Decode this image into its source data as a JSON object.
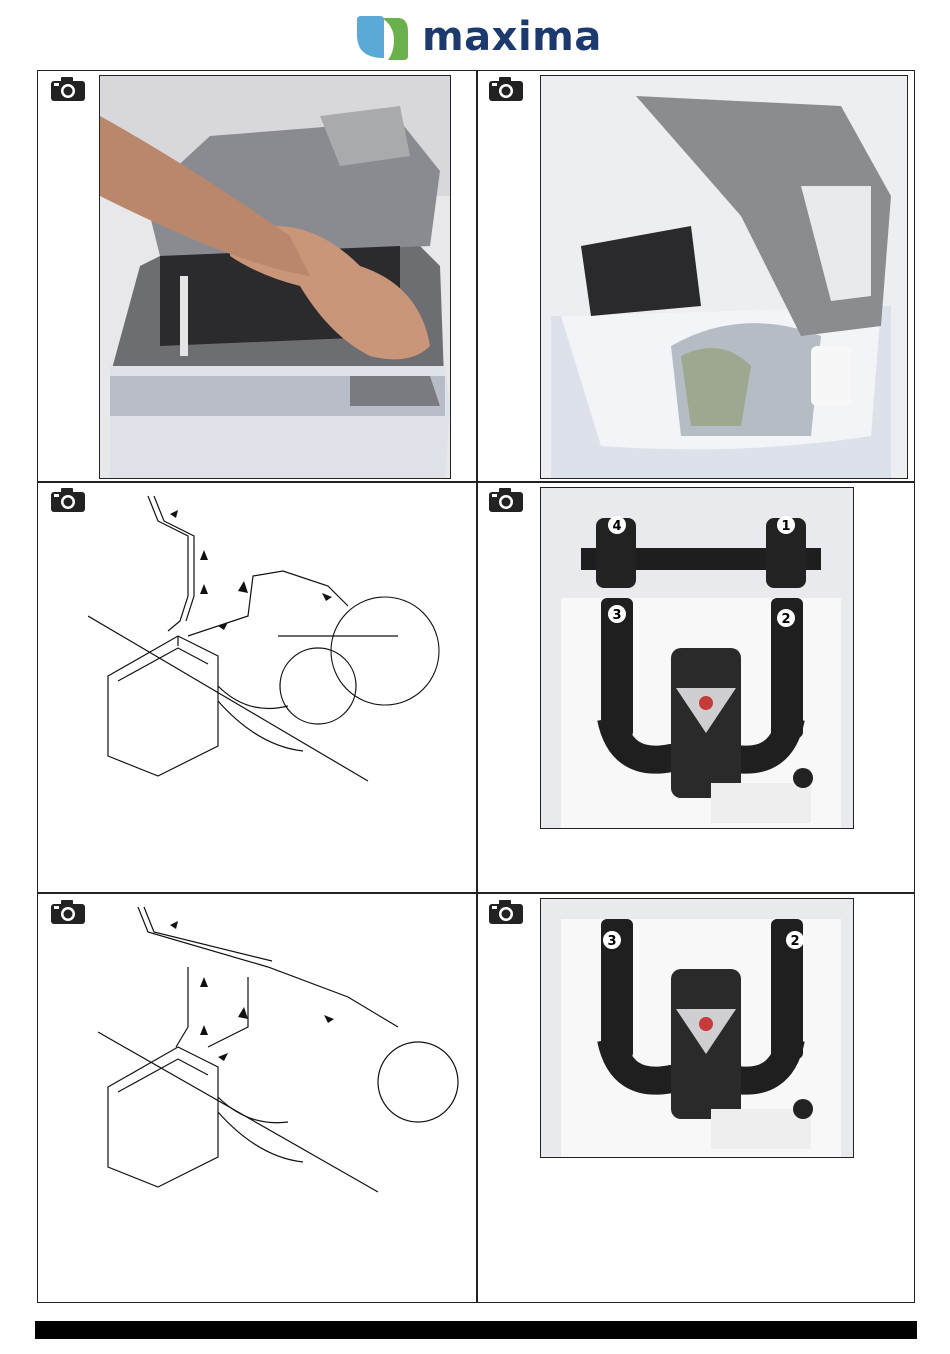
{
  "header": {
    "brand_name": "maxima",
    "brand_colors": {
      "text": "#1d3a6e",
      "blue": "#5aa9d6",
      "green": "#6ab04c"
    }
  },
  "panels": [
    {
      "id": "p1",
      "icon": "camera-icon",
      "content": "photo-remove-cover"
    },
    {
      "id": "p2",
      "icon": "camera-icon",
      "content": "photo-open-cover"
    },
    {
      "id": "p3",
      "icon": "camera-icon",
      "content": "diagram-installation-4-ports"
    },
    {
      "id": "p4",
      "icon": "camera-icon",
      "content": "photo-valve-4-ports",
      "port_labels": [
        "4",
        "1",
        "3",
        "2"
      ]
    },
    {
      "id": "p5",
      "icon": "camera-icon",
      "content": "diagram-installation-2-ports"
    },
    {
      "id": "p6",
      "icon": "camera-icon",
      "content": "photo-valve-2-ports",
      "port_labels": [
        "3",
        "2"
      ]
    }
  ]
}
